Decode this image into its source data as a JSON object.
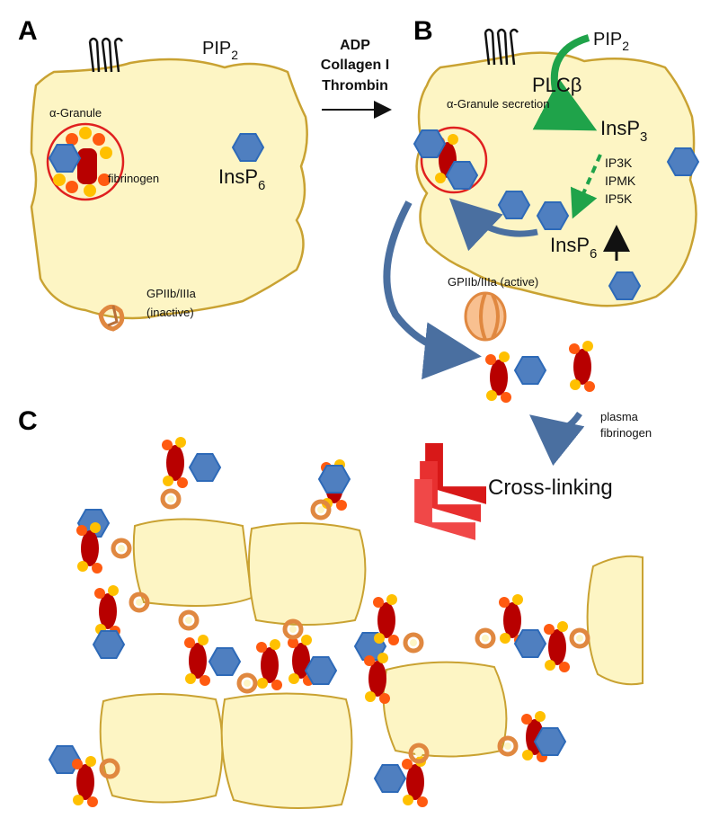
{
  "panels": {
    "a": "A",
    "b": "B",
    "c": "C"
  },
  "stimuli": {
    "line1": "ADP",
    "line2": "Collagen I",
    "line3": "Thrombin"
  },
  "panel_a": {
    "pip2": "PIP",
    "pip2_sub": "2",
    "alpha_granule": "α-Granule",
    "fibrinogen": "fibrinogen",
    "insp6": "InsP",
    "insp6_sub": "6",
    "gp_label1": "GPIIb/IIIa",
    "gp_label2": "(inactive)"
  },
  "panel_b": {
    "pip2": "PIP",
    "pip2_sub": "2",
    "plc": "PLCβ",
    "secretion": "α-Granule secretion",
    "insp3": "InsP",
    "insp3_sub": "3",
    "kinase1": "IP3K",
    "kinase2": "IPMK",
    "kinase3": "IP5K",
    "insp6": "InsP",
    "insp6_sub": "6",
    "gp_active": "GPIIb/IIIa  (active)",
    "plasma1": "plasma",
    "plasma2": "fibrinogen"
  },
  "panel_c": {
    "crosslinking": "Cross-linking"
  },
  "colors": {
    "cell_fill": "#fdf5c4",
    "cell_stroke": "#c9a232",
    "hexagon": "#4f7fc0",
    "hexagon_stroke": "#2e6ab8",
    "fibrinogen": "#c00000",
    "granule_ring": "#e02020",
    "plc_arrow": "#1fa34a",
    "blue_arrow": "#4a6fa0",
    "red_chevron": "#d81818"
  }
}
